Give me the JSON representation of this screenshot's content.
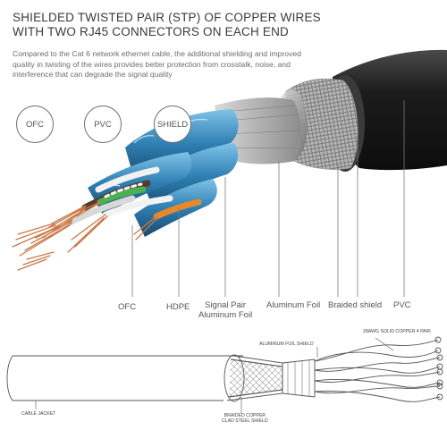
{
  "header": {
    "title_line1": "SHIELDED TWISTED PAIR (STP) OF COPPER WIRES",
    "title_line2": "WITH TWO RJ45 CONNECTORS ON EACH END",
    "description": "Compared to the Cat 6 network ethernet cable, the additional shielding and improved quality in twisting of the wires provides better protection from crosstalk, noise, and interference that can degrade the signal quality"
  },
  "badges": [
    "OFC",
    "PVC",
    "SHIELD"
  ],
  "callouts": {
    "ofc": "OFC",
    "hdpe": "HDPE",
    "signal_pair_1": "Signal Pair",
    "signal_pair_2": "Aluminum Foil",
    "aluminum_foil": "Aluminum Foil",
    "braided_shield": "Braided shield",
    "pvc": "PVC"
  },
  "diagram": {
    "copper": "28AWG SOLID COPPER 4 PAIR",
    "foil": "ALUMINUM FOIL SHIELD",
    "jacket": "CABLE JACKET",
    "braid_1": "BRAIDED COPPER",
    "braid_2": "CLAD STEEL SHIELD"
  },
  "colors": {
    "jacket": "#2a2a2a",
    "wire_blue": "#3f8fc0",
    "copper": "#c8794a",
    "green": "#4caf50",
    "orange": "#e8892c"
  }
}
